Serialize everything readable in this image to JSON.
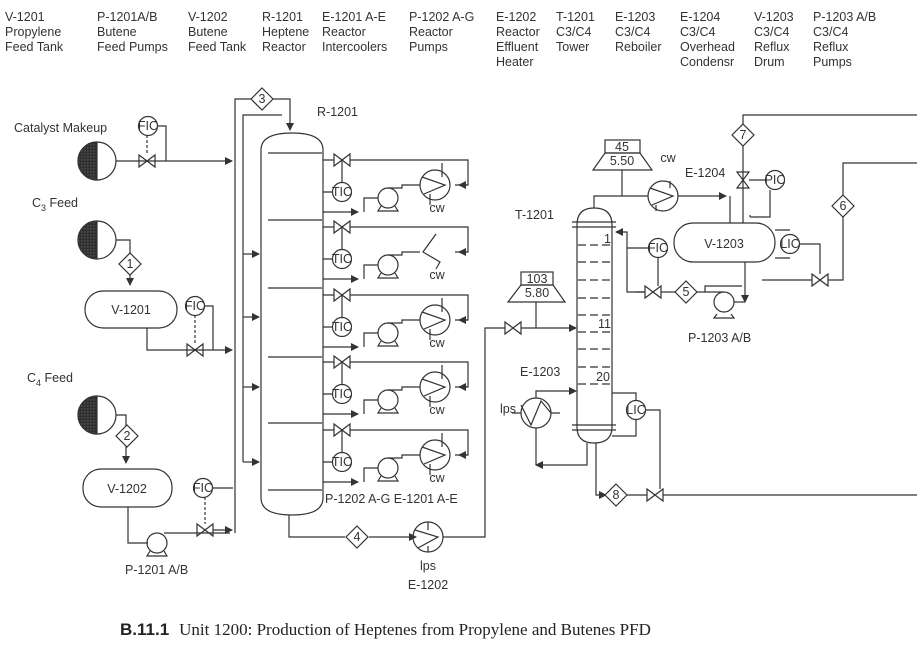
{
  "legend": [
    {
      "tag": "V-1201",
      "lines": [
        "Propylene",
        "Feed Tank"
      ]
    },
    {
      "tag": "P-1201A/B",
      "lines": [
        "Butene",
        "Feed Pumps"
      ]
    },
    {
      "tag": "V-1202",
      "lines": [
        "Butene",
        "Feed Tank"
      ]
    },
    {
      "tag": "R-1201",
      "lines": [
        "Heptene",
        "Reactor"
      ]
    },
    {
      "tag": "E-1201 A-E",
      "lines": [
        "Reactor",
        "Intercoolers"
      ]
    },
    {
      "tag": "P-1202 A-G",
      "lines": [
        "Reactor",
        "Pumps"
      ]
    },
    {
      "tag": "E-1202",
      "lines": [
        "Reactor",
        "Effluent",
        "Heater"
      ]
    },
    {
      "tag": "T-1201",
      "lines": [
        "C3/C4",
        "Tower"
      ]
    },
    {
      "tag": "E-1203",
      "lines": [
        "C3/C4",
        "Reboiler"
      ]
    },
    {
      "tag": "E-1204",
      "lines": [
        "C3/C4",
        "Overhead",
        "Condensr"
      ]
    },
    {
      "tag": "V-1203",
      "lines": [
        "C3/C4",
        "Reflux",
        "Drum"
      ]
    },
    {
      "tag": "P-1203 A/B",
      "lines": [
        "C3/C4",
        "Reflux",
        "Pumps"
      ]
    }
  ],
  "labels": {
    "catalyst_makeup": "Catalyst Makeup",
    "c3_feed": "C",
    "c3_sub": "3",
    "c4_feed": "C",
    "c4_sub": "4",
    "feed_word": " Feed",
    "v1201": "V-1201",
    "v1202": "V-1202",
    "p1201": "P-1201 A/B",
    "r1201": "R-1201",
    "p1202_e1201": "P-1202 A-G E-1201 A-E",
    "e1202": "E-1202",
    "t1201": "T-1201",
    "e1203": "E-1203",
    "e1204": "E-1204",
    "v1203": "V-1203",
    "p1203": "P-1203 A/B",
    "cw": "cw",
    "lps": "lps"
  },
  "instruments": {
    "fic": "FIC",
    "tic": "TIC",
    "lic": "LIC",
    "pic": "PIC"
  },
  "streams": [
    "1",
    "2",
    "3",
    "4",
    "5",
    "6",
    "7",
    "8"
  ],
  "trays": {
    "top": "1",
    "feed": "11",
    "bottom": "20"
  },
  "conditions": {
    "overhead": {
      "temperature": "45",
      "pressure": "5.50"
    },
    "feed": {
      "temperature": "103",
      "pressure": "5.80"
    }
  },
  "caption": {
    "number": "B.11.1",
    "text": "Unit 1200: Production of Heptenes from Propylene and Butenes PFD"
  }
}
